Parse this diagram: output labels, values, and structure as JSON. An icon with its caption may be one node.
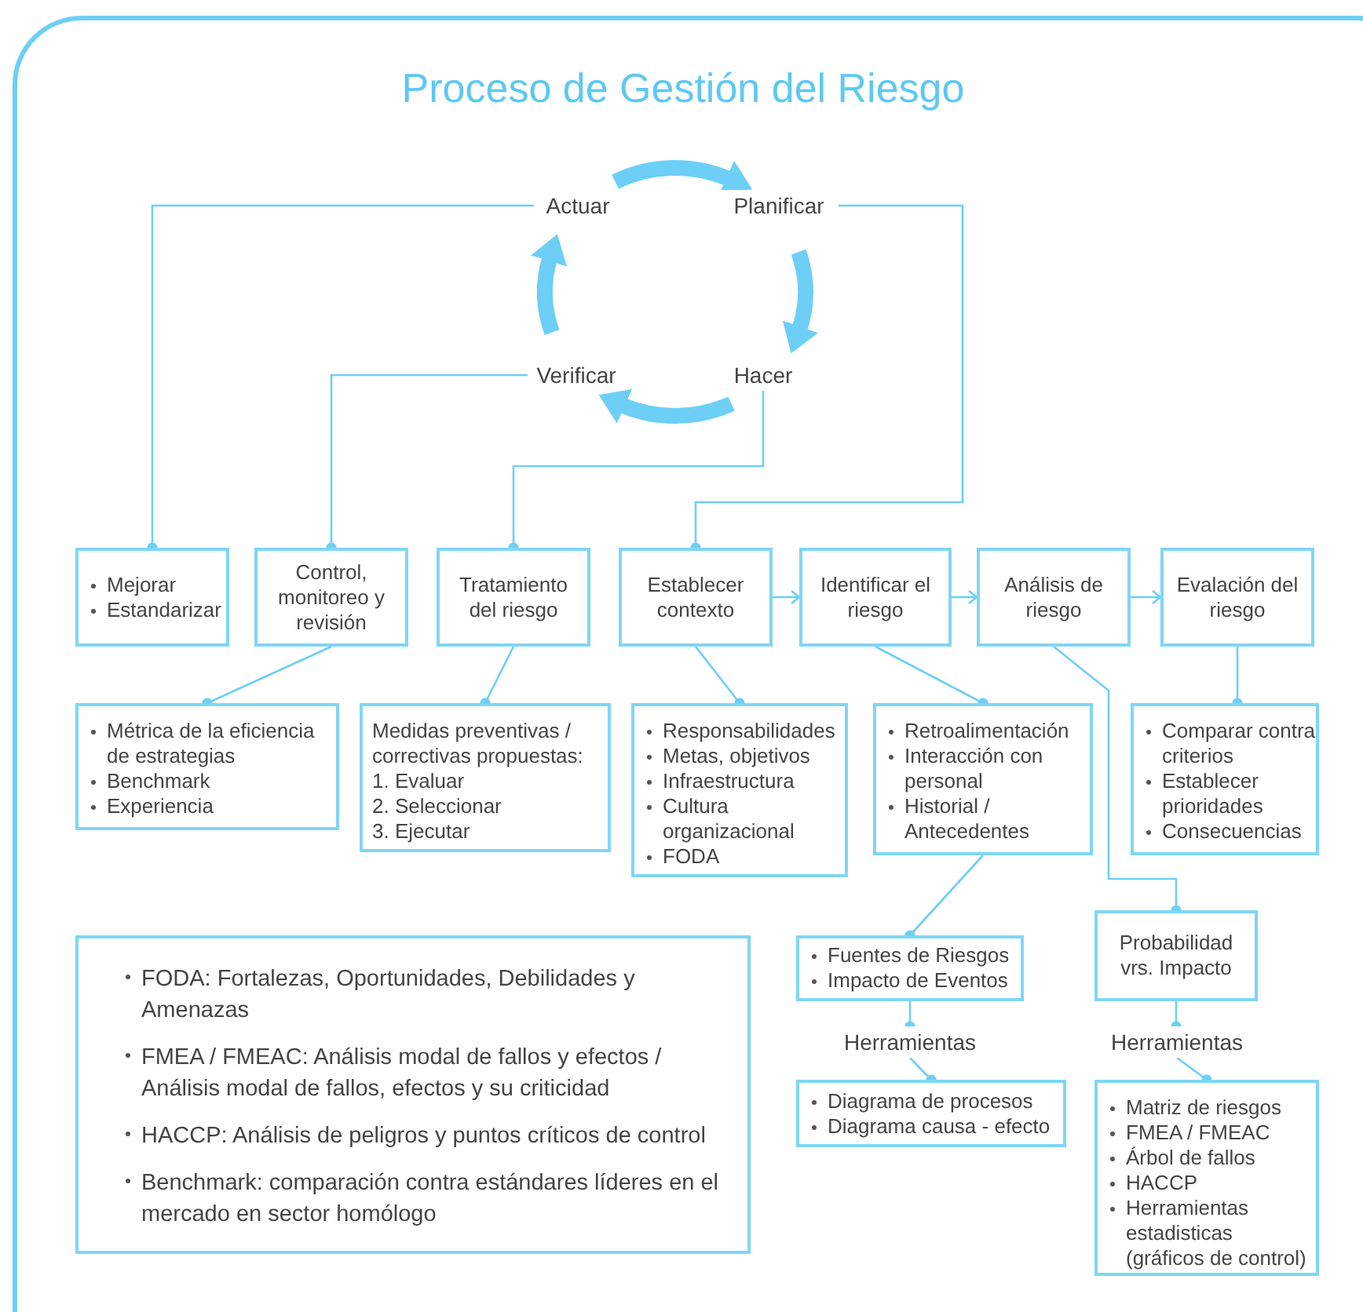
{
  "diagram": {
    "title": "Proceso de Gestión del Riesgo",
    "nodes": [
      {
        "text": [
          "Actuar"
        ]
      },
      {
        "text": [
          "Planificar"
        ]
      },
      {
        "text": [
          "Verificar"
        ]
      },
      {
        "text": [
          "Hacer"
        ]
      },
      {
        "text": [
          "Mejorar",
          "Estandarizar"
        ]
      },
      {
        "text": [
          "Control, monitoreo y revisión"
        ]
      },
      {
        "text": [
          "Tratamiento del riesgo"
        ]
      },
      {
        "text": [
          "Establecer contexto"
        ]
      },
      {
        "text": [
          "Identificar el riesgo"
        ]
      },
      {
        "text": [
          "Análisis de riesgo"
        ]
      },
      {
        "text": [
          "Evalación del riesgo"
        ]
      },
      {
        "text": [
          "Métrica de la eficiencia de estrategias",
          "Benchmark",
          "Experiencia"
        ]
      },
      {
        "text": [
          "Medidas preventivas / correctivas propuestas:",
          "1. Evaluar",
          "2. Seleccionar",
          "3. Ejecutar"
        ]
      },
      {
        "text": [
          "Responsabilidades",
          "Metas, objetivos",
          "Infraestructura",
          "Cultura organizacional",
          "FODA"
        ]
      },
      {
        "text": [
          "Retroalimentación",
          "Interacción con personal",
          "Historial / Antecedentes"
        ]
      },
      {
        "text": [
          "Comparar contra criterios",
          "Establecer prioridades",
          "Consecuencias"
        ]
      },
      {
        "text": [
          "FODA: Fortalezas, Oportunidades, Debilidades y Amenazas",
          "FMEA / FMEAC: Análisis modal de fallos y efectos / Análisis modal de fallos, efectos y su criticidad",
          "HACCP: Análisis de peligros y puntos críticos de control",
          "Benchmark: comparación contra estándares líderes en el mercado en sector homólogo"
        ]
      },
      {
        "text": [
          "Fuentes de Riesgos",
          "Impacto de Eventos"
        ]
      },
      {
        "text": [
          "Probabilidad vrs. Impacto"
        ]
      },
      {
        "text": [
          "Herramientas"
        ]
      },
      {
        "text": [
          "Diagrama de procesos",
          "Diagrama causa - efecto"
        ]
      },
      {
        "text": [
          "Herramientas"
        ]
      },
      {
        "text": [
          "Matriz de riesgos",
          "FMEA / FMEAC",
          "Árbol de fallos",
          "HACCP",
          "Herramientas estadisticas (gráficos de control)"
        ]
      }
    ],
    "edges": [
      {
        "from": 0,
        "to": 1,
        "arrow": "to",
        "style": "thick"
      },
      {
        "from": 1,
        "to": 3,
        "arrow": "to",
        "style": "thick"
      },
      {
        "from": 3,
        "to": 2,
        "arrow": "to",
        "style": "thick"
      },
      {
        "from": 2,
        "to": 0,
        "arrow": "to",
        "style": "thick"
      },
      {
        "from": 0,
        "to": 4,
        "arrow": "other"
      },
      {
        "from": 2,
        "to": 5,
        "arrow": "other"
      },
      {
        "from": 3,
        "to": 6,
        "arrow": "other"
      },
      {
        "from": 1,
        "to": 7,
        "arrow": "other"
      },
      {
        "from": 7,
        "to": 8,
        "arrow": "to"
      },
      {
        "from": 8,
        "to": 9,
        "arrow": "to"
      },
      {
        "from": 9,
        "to": 10,
        "arrow": "to"
      },
      {
        "from": 5,
        "to": 11,
        "arrow": "other"
      },
      {
        "from": 6,
        "to": 12,
        "arrow": "other"
      },
      {
        "from": 7,
        "to": 13,
        "arrow": "other"
      },
      {
        "from": 8,
        "to": 14,
        "arrow": "other"
      },
      {
        "from": 10,
        "to": 15,
        "arrow": "other"
      },
      {
        "from": 9,
        "to": 18,
        "arrow": "other"
      },
      {
        "from": 14,
        "to": 17,
        "arrow": "other"
      },
      {
        "from": 17,
        "to": 19,
        "arrow": "other"
      },
      {
        "from": 19,
        "to": 20,
        "arrow": "other"
      },
      {
        "from": 18,
        "to": 21,
        "arrow": "other"
      },
      {
        "from": 21,
        "to": 22,
        "arrow": "other"
      }
    ]
  }
}
